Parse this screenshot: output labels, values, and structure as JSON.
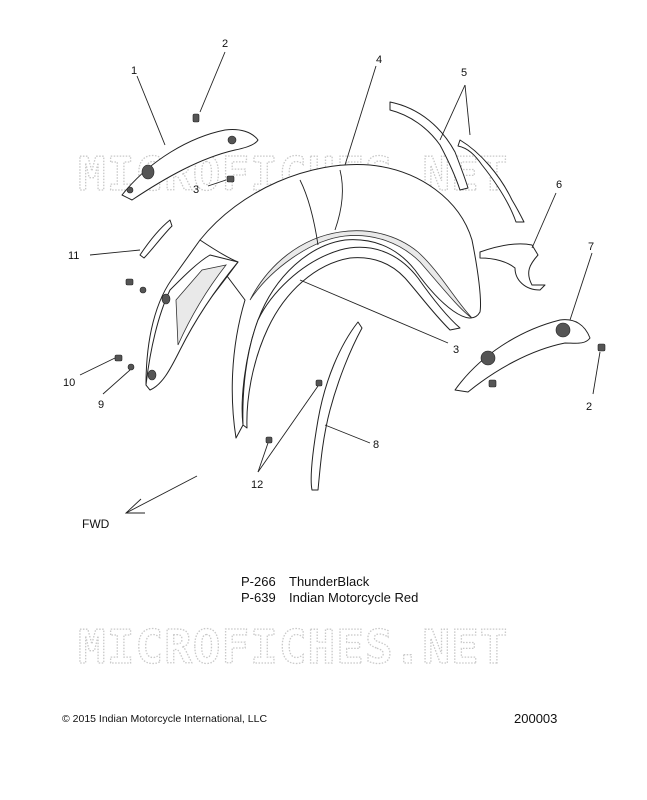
{
  "watermark": "MICROFICHES.NET",
  "fwd_label": "FWD",
  "callouts": {
    "c1": "1",
    "c2a": "2",
    "c2b": "2",
    "c3a": "3",
    "c3b": "3",
    "c4": "4",
    "c5": "5",
    "c6": "6",
    "c7": "7",
    "c8": "8",
    "c9": "9",
    "c10": "10",
    "c11": "11",
    "c12": "12"
  },
  "paint_codes": [
    {
      "code": "P-266",
      "name": "ThunderBlack"
    },
    {
      "code": "P-639",
      "name": "Indian Motorcycle Red"
    }
  ],
  "copyright": "© 2015 Indian Motorcycle International, LLC",
  "diagram_number": "200003"
}
